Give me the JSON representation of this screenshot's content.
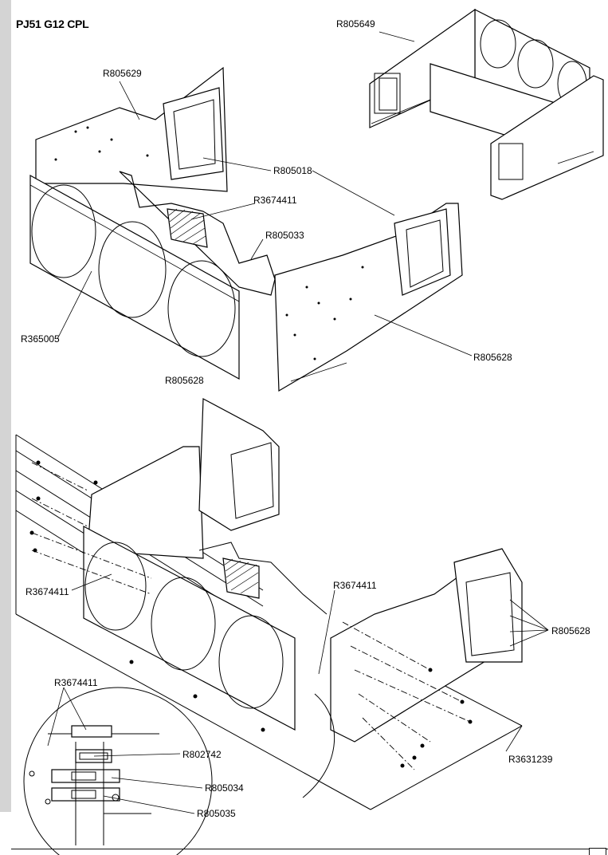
{
  "title": "PJ51 G12 CPL",
  "callouts": [
    {
      "id": "c1",
      "text": "R805649"
    },
    {
      "id": "c2",
      "text": "R805629"
    },
    {
      "id": "c3",
      "text": "R805018"
    },
    {
      "id": "c4",
      "text": "R3674411"
    },
    {
      "id": "c5",
      "text": "R805033"
    },
    {
      "id": "c6",
      "text": "R365005"
    },
    {
      "id": "c7",
      "text": "R805628"
    },
    {
      "id": "c8",
      "text": "R805628"
    },
    {
      "id": "c9",
      "text": "R3674411"
    },
    {
      "id": "c10",
      "text": "R3674411"
    },
    {
      "id": "c11",
      "text": "R805628"
    },
    {
      "id": "c12",
      "text": "R3674411"
    },
    {
      "id": "c13",
      "text": "R3631239"
    },
    {
      "id": "c14",
      "text": "R802742"
    },
    {
      "id": "c15",
      "text": "R805034"
    },
    {
      "id": "c16",
      "text": "R805035"
    }
  ]
}
